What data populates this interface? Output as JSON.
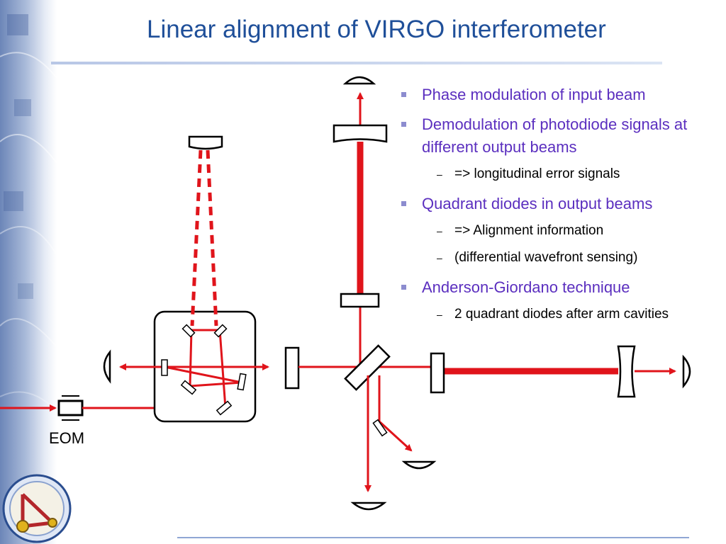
{
  "slide": {
    "title": "Linear alignment of VIRGO interferometer",
    "title_color": "#1f4f99",
    "accent_beam_color": "#e0141b"
  },
  "diagram": {
    "eom_label": "EOM"
  },
  "bullets": [
    {
      "text": "Phase modulation of input beam",
      "level": 1
    },
    {
      "text": "Demodulation of photodiode signals at different output beams",
      "level": 1
    },
    {
      "text": "=> longitudinal error signals",
      "level": 2
    },
    {
      "text": "Quadrant diodes in output beams",
      "level": 1
    },
    {
      "text": "=> Alignment information",
      "level": 2
    },
    {
      "text": "(differential wavefront sensing)",
      "level": 2
    },
    {
      "text": "Anderson-Giordano technique",
      "level": 1
    },
    {
      "text": "2 quadrant diodes after arm cavities",
      "level": 2
    }
  ],
  "markers": {
    "level1": "▪",
    "level2": "–"
  }
}
